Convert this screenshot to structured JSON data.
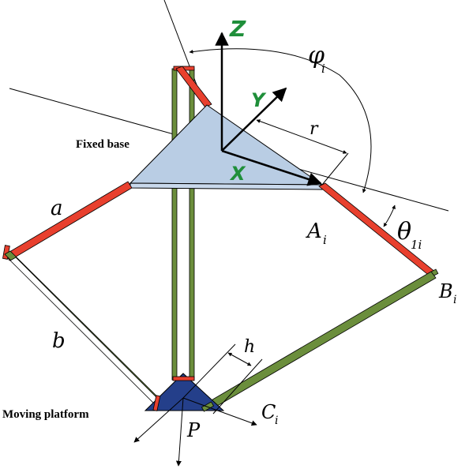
{
  "labels": {
    "fixed_base": "Fixed base",
    "moving_platform": "Moving platform",
    "a": "a",
    "b": "b",
    "r": "r",
    "h": "h",
    "P": "P",
    "A": "A",
    "A_sub": "i",
    "B": "B",
    "B_sub": "i",
    "C": "C",
    "C_sub": "i",
    "phi": "φ",
    "phi_sub": "i",
    "theta": "θ",
    "theta_sub": "1i",
    "axis_z": "Z",
    "axis_y": "Y",
    "axis_x": "X"
  },
  "colors": {
    "base_fill": "#b9cde4",
    "platform_fill": "#243f8a",
    "arm_red": "#e8402e",
    "link_green": "#6b8e3c",
    "axis_green": "#1f8f3a",
    "line": "#000000"
  }
}
